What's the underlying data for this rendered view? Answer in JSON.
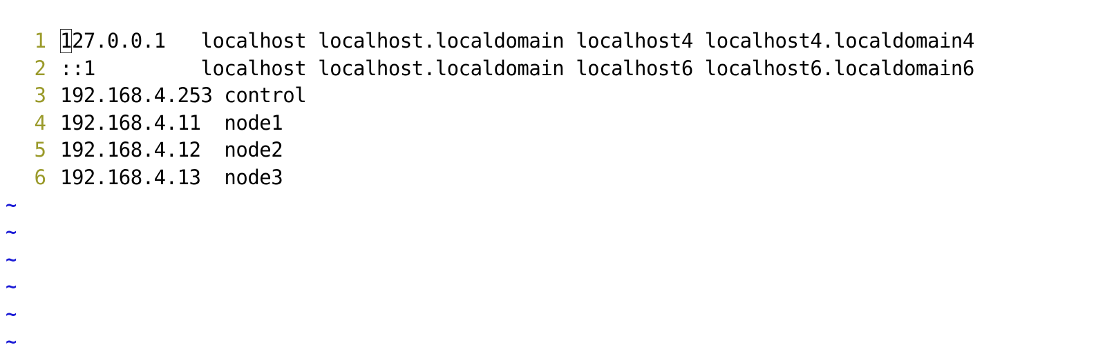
{
  "editor": {
    "lines": [
      {
        "number": "1",
        "cursor_char": "1",
        "rest": "27.0.0.1   localhost localhost.localdomain localhost4 localhost4.localdomain4"
      },
      {
        "number": "2",
        "text": "::1         localhost localhost.localdomain localhost6 localhost6.localdomain6"
      },
      {
        "number": "3",
        "text": "192.168.4.253 control"
      },
      {
        "number": "4",
        "text": "192.168.4.11  node1"
      },
      {
        "number": "5",
        "text": "192.168.4.12  node2"
      },
      {
        "number": "6",
        "text": "192.168.4.13  node3"
      }
    ],
    "empty_marker": "~",
    "colors": {
      "line_number": "#9a9a2a",
      "tilde": "#1c1cd6",
      "text": "#000000",
      "background": "#ffffff"
    }
  }
}
